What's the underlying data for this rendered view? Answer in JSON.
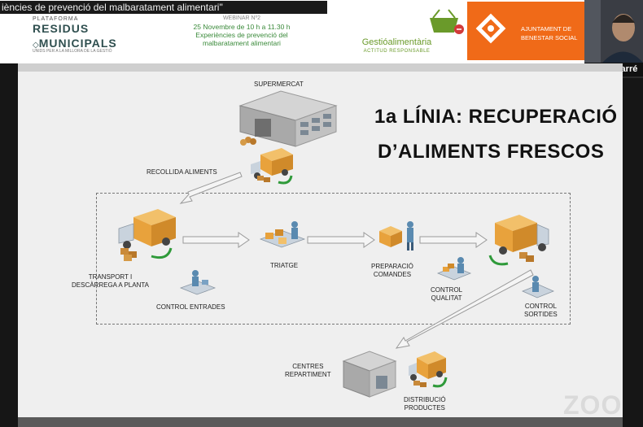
{
  "meeting_title": "iències de prevenció del malbaratament alimentari\"",
  "header": {
    "platform_logo": {
      "small": "PLATAFORMA",
      "line1": "RESIDUS",
      "line2": "MUNICIPALS",
      "sub": "UNIDS PER A LA MILLORA DE LA GESTIÓ"
    },
    "webinar": {
      "number": "WEBINAR Nº2",
      "date": "25 Novembre de 10 h a 11.30 h",
      "line1": "Experiències de prevenció del",
      "line2": "malbaratament alimentari"
    },
    "gestio": {
      "name": "Gestióalimentària",
      "tagline": "ACTITUD RESPONSABLE"
    },
    "ajuntament": {
      "line1": "AJUNTAMENT DE",
      "line2": "BENESTAR SOCIAL"
    }
  },
  "participant": {
    "name": "Albert Farré"
  },
  "slide": {
    "heading_line1": "1a LÍNIA: RECUPERACIÓ",
    "heading_line2": "D’ALIMENTS FRESCOS",
    "labels": {
      "supermercat": "SUPERMERCAT",
      "recollida": "RECOLLIDA ALIMENTS",
      "transport_l1": "TRANSPORT I",
      "transport_l2": "DESCÀRREGA A PLANTA",
      "control_entrades": "CONTROL ENTRADES",
      "triatge": "TRIATGE",
      "preparacio_l1": "PREPARACIÓ",
      "preparacio_l2": "COMANDES",
      "control_qualitat_l1": "CONTROL",
      "control_qualitat_l2": "QUALITAT",
      "control_sortides_l1": "CONTROL",
      "control_sortides_l2": "SORTIDES",
      "centres_l1": "CENTRES",
      "centres_l2": "REPARTIMENT",
      "distribucio_l1": "DISTRIBUCIÓ",
      "distribucio_l2": "PRODUCTES"
    }
  },
  "watermark": "ZOO",
  "colors": {
    "orange": "#f06a18",
    "green": "#6a9a2a",
    "box": "#e8a23c",
    "truck": "#c9d3dd"
  }
}
